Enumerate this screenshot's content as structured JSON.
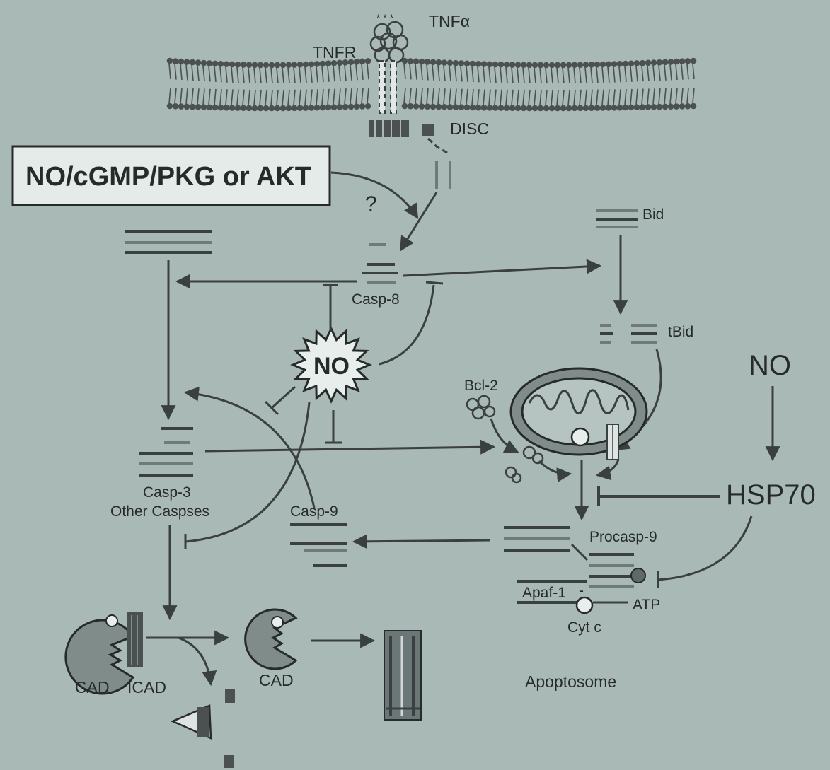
{
  "labels": {
    "tnf_alpha": "TNFα",
    "tnfr": "TNFR",
    "disc": "DISC",
    "upstream": "NO/cGMP/PKG or AKT",
    "question": "?",
    "bid": "Bid",
    "tbid": "tBid",
    "casp8": "Casp-8",
    "no_center": "NO",
    "no_right": "NO",
    "bcl2": "Bcl-2",
    "casp3": "Casp-3",
    "other_caspases": "Other Caspses",
    "casp9": "Casp-9",
    "hsp70": "HSP70",
    "procasp9": "Procasp-9",
    "apaf1": "Apaf-1",
    "apaf_minus": "-",
    "atp": "ATP",
    "cytc": "Cyt c",
    "cad_left": "CAD",
    "icad": "ICAD",
    "cad_free": "CAD",
    "apoptosome": "Apoptosome"
  },
  "colors": {
    "background": "#a9b9b6",
    "ink": "#3a3f3f",
    "text": "#262a2a"
  }
}
